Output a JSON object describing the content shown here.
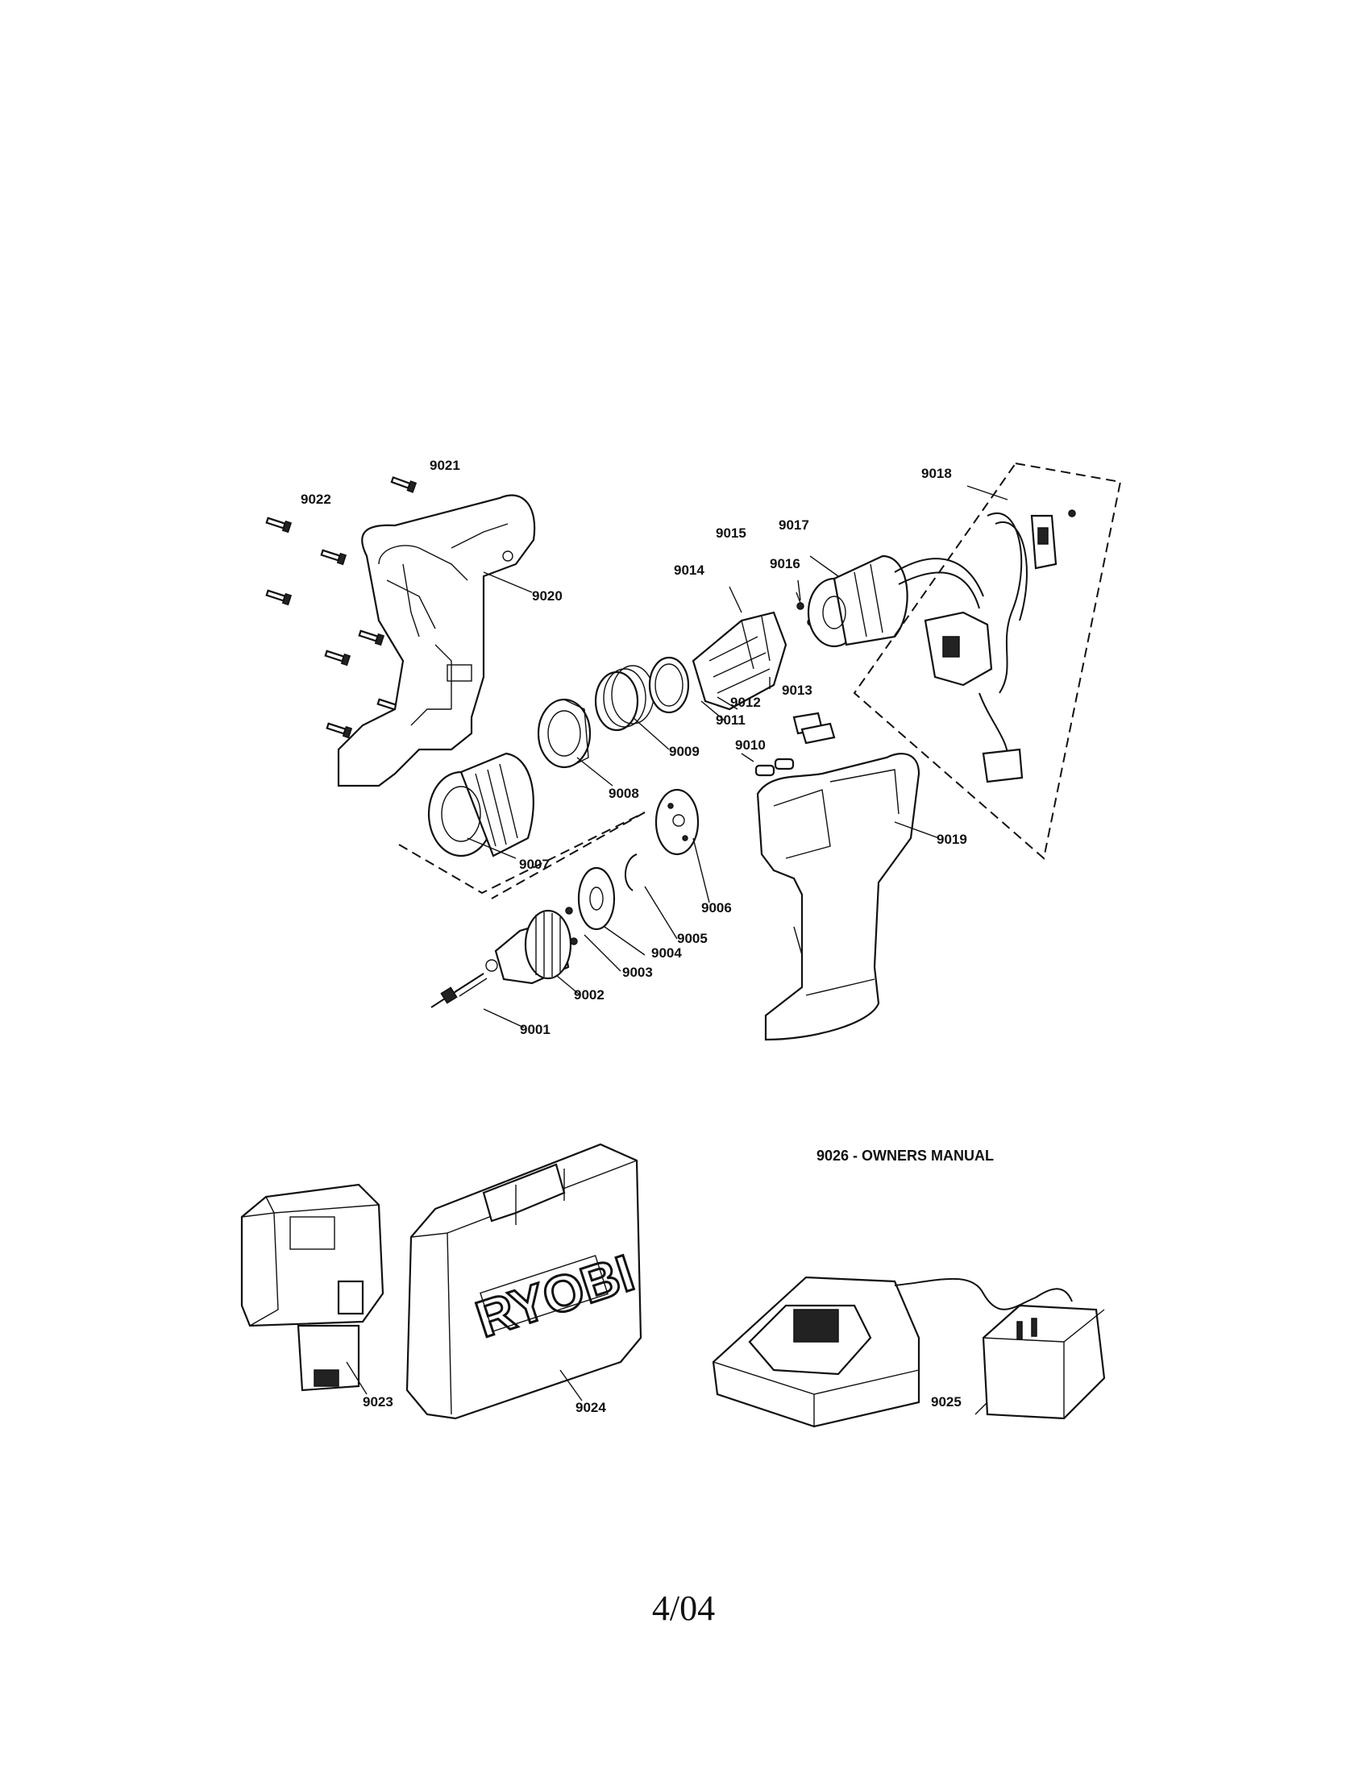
{
  "parts": [
    {
      "id": "9001",
      "label": "9001"
    },
    {
      "id": "9002",
      "label": "9002"
    },
    {
      "id": "9003",
      "label": "9003"
    },
    {
      "id": "9004",
      "label": "9004"
    },
    {
      "id": "9005",
      "label": "9005"
    },
    {
      "id": "9006",
      "label": "9006"
    },
    {
      "id": "9007",
      "label": "9007"
    },
    {
      "id": "9008",
      "label": "9008"
    },
    {
      "id": "9009",
      "label": "9009"
    },
    {
      "id": "9010",
      "label": "9010"
    },
    {
      "id": "9011",
      "label": "9011"
    },
    {
      "id": "9012",
      "label": "9012"
    },
    {
      "id": "9013",
      "label": "9013"
    },
    {
      "id": "9014",
      "label": "9014"
    },
    {
      "id": "9015",
      "label": "9015"
    },
    {
      "id": "9016",
      "label": "9016"
    },
    {
      "id": "9017",
      "label": "9017"
    },
    {
      "id": "9018",
      "label": "9018"
    },
    {
      "id": "9019",
      "label": "9019"
    },
    {
      "id": "9020",
      "label": "9020"
    },
    {
      "id": "9021",
      "label": "9021"
    },
    {
      "id": "9022",
      "label": "9022"
    },
    {
      "id": "9023",
      "label": "9023"
    },
    {
      "id": "9024",
      "label": "9024"
    },
    {
      "id": "9025",
      "label": "9025"
    }
  ],
  "manual_note": "9026 - OWNERS MANUAL",
  "case_brand": "RYOBI",
  "page_number": "4/04"
}
